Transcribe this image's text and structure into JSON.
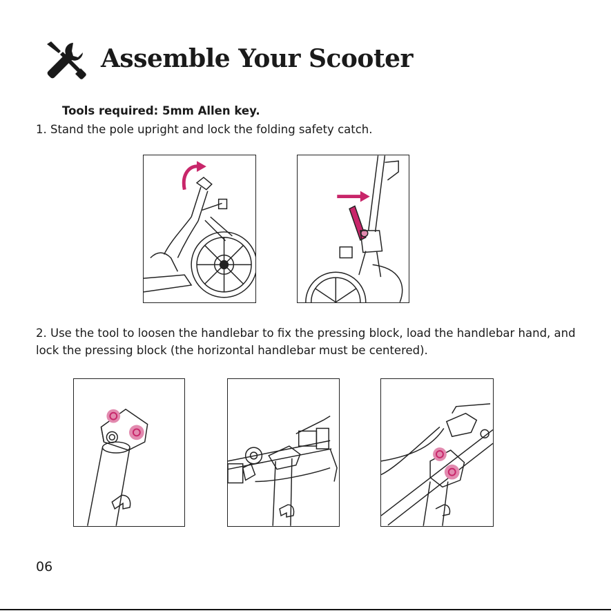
{
  "header": {
    "title": "Assemble Your Scooter",
    "icon": "tools-icon"
  },
  "tools_line": "Tools required: 5mm Allen key.",
  "step1": "1. Stand the pole upright and lock the folding safety catch.",
  "step2": "2. Use the tool to loosen the handlebar to fix the pressing block, load the handlebar hand, and lock the pressing block (the horizontal handlebar must be centered).",
  "page_number": "06",
  "colors": {
    "accent": "#c8266a",
    "accent_light": "#e28aaf",
    "ink": "#1a1a1a"
  }
}
